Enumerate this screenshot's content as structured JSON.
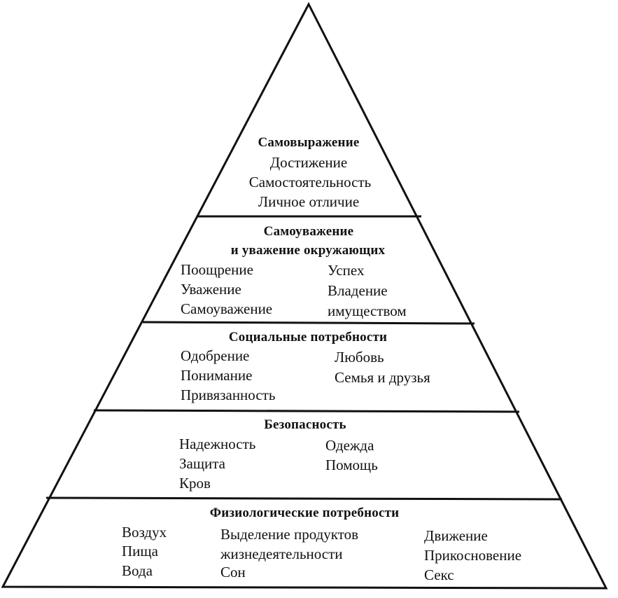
{
  "levels": {
    "self_expression": {
      "title": "Самовыражение",
      "items": [
        "Достижение",
        "Самостоятельность",
        "Личное отличие"
      ]
    },
    "esteem": {
      "title_line1": "Самоуважение",
      "title_line2": "и уважение окружающих",
      "items": [
        "Поощрение",
        "Уважение",
        "Самоуважение",
        "Успех",
        "Владение",
        "имуществом"
      ]
    },
    "social": {
      "title": "Социальные потребности",
      "items": [
        "Одобрение",
        "Понимание",
        "Привязанность",
        "Любовь",
        "Семья и друзья"
      ]
    },
    "safety": {
      "title": "Безопасность",
      "items": [
        "Надежность",
        "Защита",
        "Кров",
        "Одежда",
        "Помощь"
      ]
    },
    "physiological": {
      "title": "Физиологические потребности",
      "items": [
        "Воздух",
        "Пища",
        "Вода",
        "Выделение продуктов",
        "жизнедеятельности",
        "Сон",
        "Движение",
        "Прикосновение",
        "Секс"
      ]
    }
  }
}
